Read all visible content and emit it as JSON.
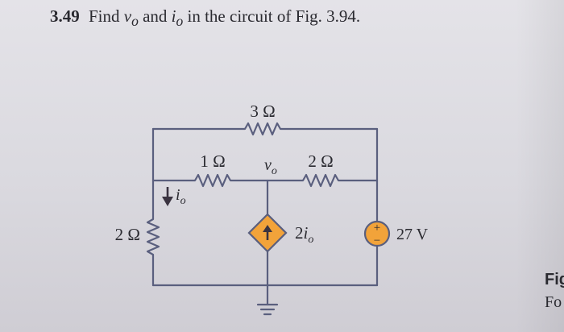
{
  "problem": {
    "number": "3.49",
    "text_parts": [
      "Find ",
      "v",
      "o",
      " and ",
      "i",
      "o",
      " in the circuit of Fig. 3.94."
    ]
  },
  "circuit": {
    "resistor_top": "3 Ω",
    "resistor_left_mid": "1 Ω",
    "resistor_right_mid": "2 Ω",
    "resistor_left": "2 Ω",
    "node_voltage": {
      "symbol": "v",
      "sub": "o"
    },
    "current_label": {
      "symbol": "i",
      "sub": "o"
    },
    "dependent_source": {
      "coef": "2",
      "symbol": "i",
      "sub": "o"
    },
    "voltage_source": "27 V",
    "plus_sign": "+",
    "minus_sign": "−"
  },
  "margin_text": {
    "fig": "Fig",
    "fo": "Fo"
  },
  "colors": {
    "wire": "#5a5f7e",
    "source_fill": "#f2a33a",
    "text": "#2a2a30"
  }
}
